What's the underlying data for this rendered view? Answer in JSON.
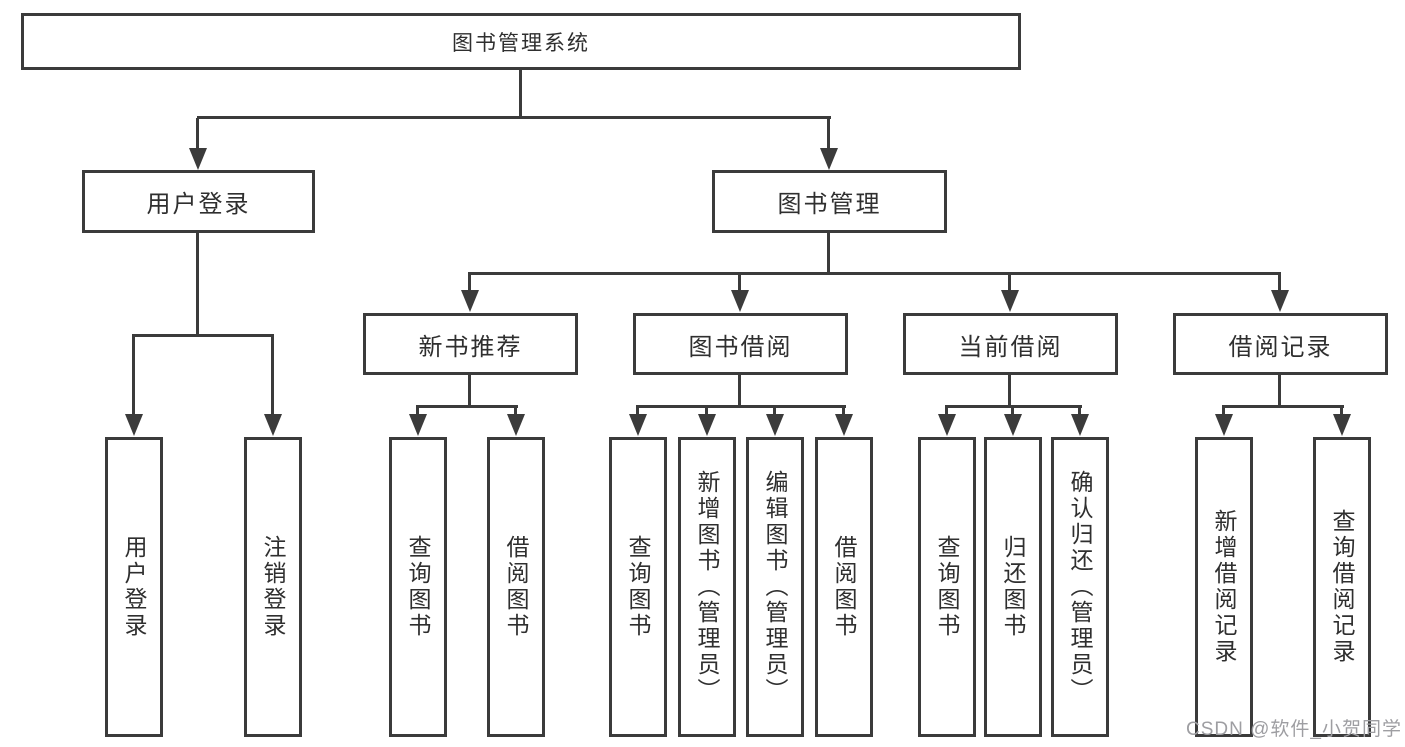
{
  "diagram": {
    "root": "图书管理系统",
    "level2": [
      "用户登录",
      "图书管理"
    ],
    "level3": [
      "新书推荐",
      "图书借阅",
      "当前借阅",
      "借阅记录"
    ],
    "leaves": [
      "用户登录",
      "注销登录",
      "查询图书",
      "借阅图书",
      "查询图书",
      "新增图书（管理员）",
      "编辑图书（管理员）",
      "借阅图书",
      "查询图书",
      "归还图书",
      "确认归还（管理员）",
      "新增借阅记录",
      "查询借阅记录"
    ]
  },
  "watermark": "CSDN @软件_小贺同学",
  "colors": {
    "line": "#3b3b3b",
    "text": "#2f2f2f",
    "watermark": "#9e9ea2",
    "background": "#ffffff"
  }
}
